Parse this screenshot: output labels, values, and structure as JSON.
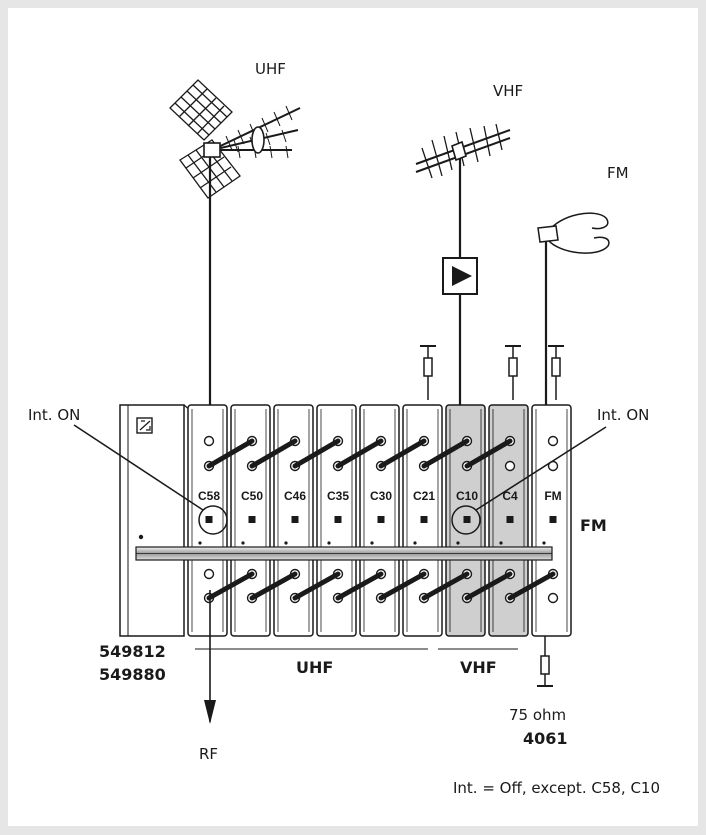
{
  "labels": {
    "uhf_antenna": "UHF",
    "vhf_antenna": "VHF",
    "fm_antenna": "FM",
    "int_on_left": "Int. ON",
    "int_on_right": "Int. ON",
    "fm_side": "FM",
    "code_1": "549812",
    "code_2": "549880",
    "group_uhf": "UHF",
    "group_vhf": "VHF",
    "rf": "RF",
    "termination_value": "75 ohm",
    "termination_code": "4061",
    "note": "Int. = Off, except. C58, C10"
  },
  "modules": [
    {
      "label": "C58",
      "band": "UHF"
    },
    {
      "label": "C50",
      "band": "UHF"
    },
    {
      "label": "C46",
      "band": "UHF"
    },
    {
      "label": "C35",
      "band": "UHF"
    },
    {
      "label": "C30",
      "band": "UHF"
    },
    {
      "label": "C21",
      "band": "UHF"
    },
    {
      "label": "C10",
      "band": "VHF"
    },
    {
      "label": "C4",
      "band": "VHF"
    },
    {
      "label": "FM",
      "band": "FM"
    }
  ],
  "colors": {
    "uhf_module": "#ffffff",
    "vhf_module": "#cfcfcf",
    "line": "#1a1a1a"
  }
}
